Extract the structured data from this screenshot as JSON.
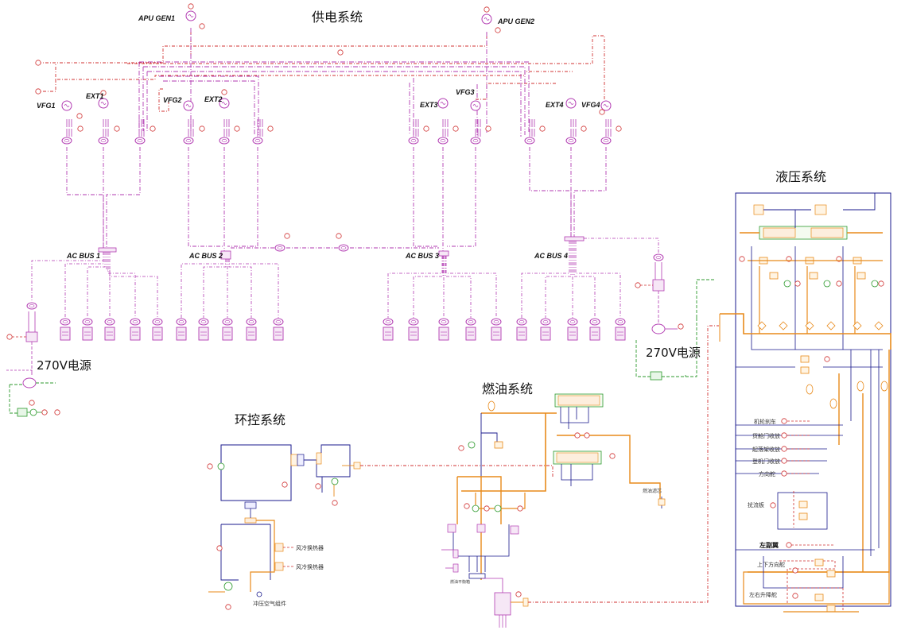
{
  "titles": {
    "power": "供电系统",
    "hydraulic": "液压系统",
    "fuel": "燃油系统",
    "ecs": "环控系统",
    "power270_left": "270V电源",
    "power270_right": "270V电源"
  },
  "generators": {
    "apu1": "APU GEN1",
    "apu2": "APU GEN2",
    "vfg1": "VFG1",
    "vfg2": "VFG2",
    "vfg3": "VFG3",
    "vfg4": "VFG4",
    "ext1": "EXT1",
    "ext2": "EXT2",
    "ext3": "EXT3",
    "ext4": "EXT4"
  },
  "buses": {
    "bus1": "AC BUS 1",
    "bus2": "AC BUS 2",
    "bus3": "AC BUS 3",
    "bus4": "AC BUS 4"
  },
  "ecs_labels": {
    "fan1": "风冷换热器",
    "fan2": "风冷换热器",
    "bottom": "冲压空气组件"
  },
  "fuel_labels": {
    "right": "燃油滤芯",
    "bottom": "燃油平衡箱"
  },
  "hydraulic_labels": {
    "l1": "机轮刹车",
    "l2": "货舱门收放",
    "l3": "起落架收放",
    "l4": "登机门收放",
    "l5": "方向舵",
    "l6": "扰流板",
    "l7": "左副翼",
    "l8": "上下方向舵",
    "l9": "左右升降舵"
  },
  "colors": {
    "ac_wiring": "#b23ab2",
    "control": "#d03030",
    "hydraulic_return": "#1a1a8c",
    "hydraulic_pressure": "#e88a1a",
    "dc_270v": "#2c9a2c"
  }
}
